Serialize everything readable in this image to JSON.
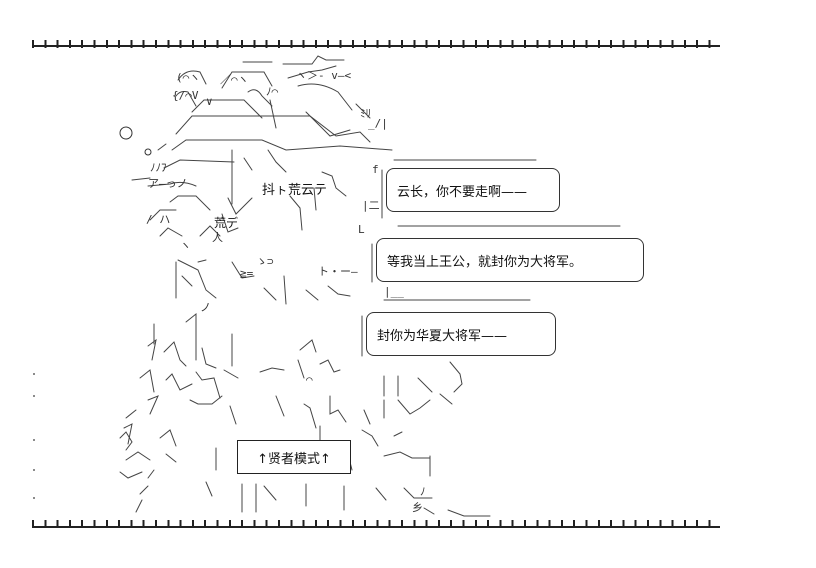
{
  "bubbles": [
    {
      "text": "云长，你不要走啊——"
    },
    {
      "text": "等我当上王公，就封你为大将军。"
    },
    {
      "text": "封你为华夏大将军——"
    }
  ],
  "mode_box": {
    "text": "↑贤者模式↑"
  },
  "art_labels": {
    "chest_text": "抖ㇳ荒云テ",
    "arm_text": "荒デ",
    "ascii_fragments": [
      "(⌒ヽ",
      "／⌒ヽ",
      "ﾉ⌒",
      "{/⌒V",
      "∨",
      "ﾐﾘ",
      "ヽ＞- v―<",
      "ﾉﾉﾌ",
      "ア―っノ",
      "/ ハ",
      "人",
      "ゝ⊃",
      "ト・ー―",
      "≧=",
      "f",
      "L",
      "|二",
      "|__",
      "_/|",
      "ノ",
      "ﾉ",
      "ヽ",
      "⌒",
      "乡"
    ]
  }
}
